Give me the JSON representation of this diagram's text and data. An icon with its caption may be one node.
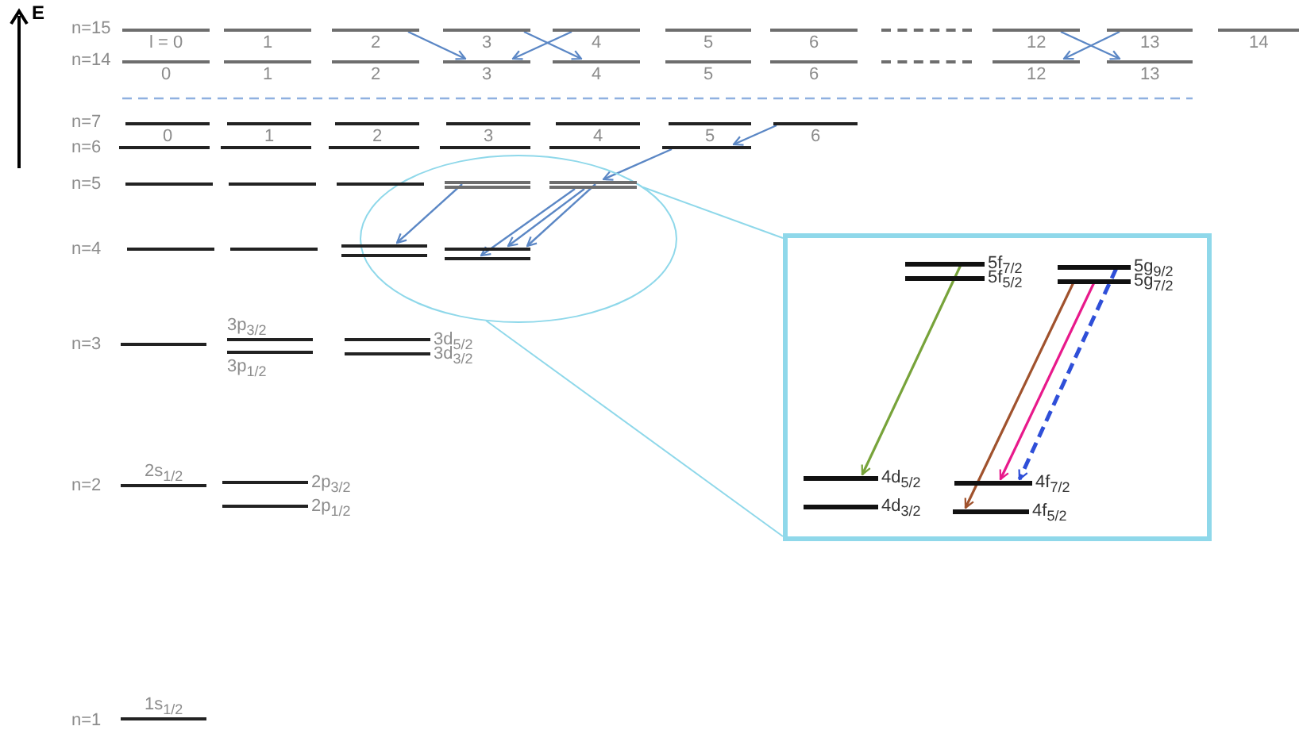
{
  "diagram": {
    "nodes": [
      {
        "text": [
          "l = 0"
        ]
      },
      {
        "text": [
          "1"
        ]
      },
      {
        "text": [
          "2"
        ]
      },
      {
        "text": [
          "3"
        ]
      },
      {
        "text": [
          "4"
        ]
      },
      {
        "text": [
          "5"
        ]
      },
      {
        "text": [
          "6"
        ]
      },
      {
        "text": [],
        "shape": "bar"
      },
      {
        "text": [
          "12"
        ]
      },
      {
        "text": [
          "13"
        ]
      },
      {
        "text": [
          "14"
        ]
      },
      {
        "text": [
          "0"
        ]
      },
      {
        "text": [
          "1"
        ]
      },
      {
        "text": [
          "2"
        ]
      },
      {
        "text": [
          "3"
        ]
      },
      {
        "text": [
          "4"
        ]
      },
      {
        "text": [
          "5"
        ]
      },
      {
        "text": [
          "6"
        ]
      },
      {
        "text": [],
        "shape": "bar"
      },
      {
        "text": [
          "12"
        ]
      },
      {
        "text": [
          "13"
        ]
      },
      {
        "text": [
          "0"
        ]
      },
      {
        "text": [
          "1"
        ]
      },
      {
        "text": [
          "2"
        ]
      },
      {
        "text": [
          "3"
        ]
      },
      {
        "text": [
          "4"
        ]
      },
      {
        "text": [
          "5"
        ]
      },
      {
        "text": [
          "6"
        ]
      },
      {
        "text": [],
        "shape": "bar"
      },
      {
        "text": [],
        "shape": "bar"
      },
      {
        "text": [],
        "shape": "bar"
      },
      {
        "text": [],
        "shape": "bar"
      },
      {
        "text": [],
        "shape": "bar"
      },
      {
        "text": [],
        "shape": "bar"
      },
      {
        "text": [],
        "shape": "circle"
      },
      {
        "text": [],
        "shape": "bar"
      },
      {
        "text": [],
        "shape": "bar"
      },
      {
        "text": [],
        "shape": "bar"
      },
      {
        "text": [],
        "shape": "bar",
        "in": 34
      },
      {
        "text": [],
        "shape": "bar",
        "in": 34
      },
      {
        "text": [],
        "shape": "bar",
        "in": 34
      },
      {
        "text": [],
        "shape": "bar",
        "in": 34
      },
      {
        "text": [],
        "shape": "bar"
      },
      {
        "text": [],
        "shape": "bar"
      },
      {
        "text": [],
        "shape": "bar"
      },
      {
        "text": [],
        "shape": "bar"
      },
      {
        "text": [],
        "shape": "bar",
        "in": 34
      },
      {
        "text": [],
        "shape": "bar",
        "in": 34
      },
      {
        "text": [],
        "shape": "box"
      },
      {
        "text": [
          "5f$_{7/2}$"
        ],
        "in": 48
      },
      {
        "text": [
          "5g$_{9/2}$"
        ],
        "in": 48
      },
      {
        "text": [
          "5f$_{5/2}$"
        ],
        "in": 48
      },
      {
        "text": [
          "5g$_{7/2}$"
        ],
        "in": 48
      },
      {
        "text": [
          "4d$_{5/2}$"
        ],
        "in": 48
      },
      {
        "text": [
          "4f$_{7/2}$"
        ],
        "in": 48
      },
      {
        "text": [
          "4d$_{3/2}$"
        ],
        "in": 48
      },
      {
        "text": [
          "4f$_{5/2}$"
        ],
        "in": 48
      },
      {
        "text": [],
        "shape": "bar"
      },
      {
        "text": [
          "3p$_{3/2}$"
        ]
      },
      {
        "text": [
          "3p$_{1/2}$"
        ]
      },
      {
        "text": [
          "3d$_{5/2}$"
        ]
      },
      {
        "text": [
          "3d$_{3/2}$"
        ]
      },
      {
        "text": [
          "2s$_{1/2}$"
        ]
      },
      {
        "text": [
          "2p$_{3/2}$"
        ]
      },
      {
        "text": [
          "2p$_{1/2}$"
        ]
      },
      {
        "text": [
          "1s$_{1/2}$"
        ]
      }
    ],
    "edges": [
      {
        "from": 2,
        "to": 14,
        "arrow": "to"
      },
      {
        "from": 4,
        "to": 14,
        "arrow": "to"
      },
      {
        "from": 3,
        "to": 15,
        "arrow": "to"
      },
      {
        "from": 9,
        "to": 19,
        "arrow": "to"
      },
      {
        "from": 8,
        "to": 20,
        "arrow": "to"
      },
      {
        "from": 27,
        "to": 33,
        "arrow": "to"
      },
      {
        "from": 33,
        "to": 40,
        "arrow": "to"
      },
      {
        "from": 38,
        "to": 44,
        "arrow": "to"
      },
      {
        "from": 41,
        "to": 47,
        "arrow": "to"
      },
      {
        "from": 41,
        "to": 46,
        "arrow": "to"
      },
      {
        "from": 40,
        "to": 46,
        "arrow": "to"
      },
      {
        "from": 34,
        "to": 48,
        "arrow": "none",
        "color": "#8fd8ea"
      },
      {
        "from": 34,
        "to": 48,
        "arrow": "none",
        "color": "#8fd8ea"
      },
      {
        "from": 49,
        "to": 53,
        "arrow": "to",
        "color": "#77a33a"
      },
      {
        "from": 52,
        "to": 56,
        "arrow": "to",
        "color": "#a0522d"
      },
      {
        "from": 52,
        "to": 54,
        "arrow": "to",
        "color": "#e8198b"
      },
      {
        "from": 50,
        "to": 54,
        "arrow": "to",
        "style": "dashed",
        "color": "#2f4fd8"
      }
    ],
    "labels": [
      "E",
      "n=15",
      "n=14",
      "n=7",
      "n=6",
      "n=5",
      "n=4",
      "n=3",
      "n=2",
      "n=1"
    ]
  }
}
